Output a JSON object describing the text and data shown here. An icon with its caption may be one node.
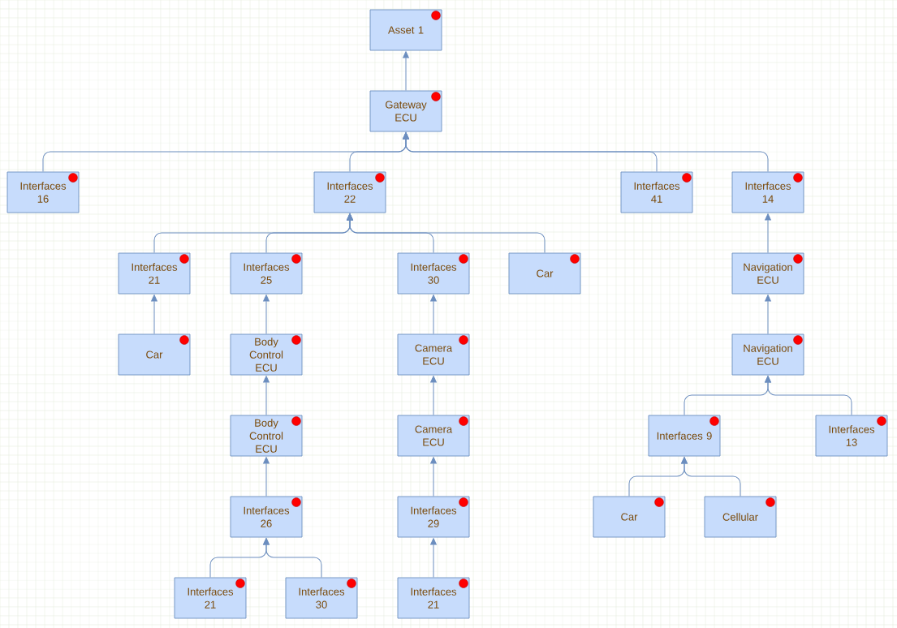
{
  "diagram": {
    "nodes": [
      {
        "text": [
          "Asset 1"
        ]
      },
      {
        "text": [
          "Gateway ECU"
        ]
      },
      {
        "text": [
          "Interfaces 16"
        ]
      },
      {
        "text": [
          "Interfaces 22"
        ]
      },
      {
        "text": [
          "Interfaces 41"
        ]
      },
      {
        "text": [
          "Interfaces 14"
        ]
      },
      {
        "text": [
          "Interfaces 21"
        ]
      },
      {
        "text": [
          "Interfaces 25"
        ]
      },
      {
        "text": [
          "Interfaces 30"
        ]
      },
      {
        "text": [
          "Car"
        ]
      },
      {
        "text": [
          "Navigation ECU"
        ]
      },
      {
        "text": [
          "Car"
        ]
      },
      {
        "text": [
          "Body Control ECU"
        ]
      },
      {
        "text": [
          "Camera ECU"
        ]
      },
      {
        "text": [
          "Navigation ECU"
        ]
      },
      {
        "text": [
          "Body Control ECU"
        ]
      },
      {
        "text": [
          "Camera ECU"
        ]
      },
      {
        "text": [
          "Interfaces 9"
        ]
      },
      {
        "text": [
          "Interfaces 13"
        ]
      },
      {
        "text": [
          "Interfaces 26"
        ]
      },
      {
        "text": [
          "Interfaces 29"
        ]
      },
      {
        "text": [
          "Car"
        ]
      },
      {
        "text": [
          "Cellular"
        ]
      },
      {
        "text": [
          "Interfaces 21"
        ]
      },
      {
        "text": [
          "Interfaces 30"
        ]
      },
      {
        "text": [
          "Interfaces 21"
        ]
      }
    ],
    "edges": [
      {
        "from": 1,
        "to": 0,
        "arrow": "to"
      },
      {
        "from": 2,
        "to": 1,
        "arrow": "to"
      },
      {
        "from": 3,
        "to": 1,
        "arrow": "to"
      },
      {
        "from": 4,
        "to": 1,
        "arrow": "to"
      },
      {
        "from": 5,
        "to": 1,
        "arrow": "to"
      },
      {
        "from": 6,
        "to": 3,
        "arrow": "to"
      },
      {
        "from": 7,
        "to": 3,
        "arrow": "to"
      },
      {
        "from": 8,
        "to": 3,
        "arrow": "to"
      },
      {
        "from": 9,
        "to": 3,
        "arrow": "to"
      },
      {
        "from": 11,
        "to": 6,
        "arrow": "to"
      },
      {
        "from": 12,
        "to": 7,
        "arrow": "to"
      },
      {
        "from": 15,
        "to": 12,
        "arrow": "to"
      },
      {
        "from": 19,
        "to": 15,
        "arrow": "to"
      },
      {
        "from": 23,
        "to": 19,
        "arrow": "to"
      },
      {
        "from": 24,
        "to": 19,
        "arrow": "to"
      },
      {
        "from": 13,
        "to": 8,
        "arrow": "to"
      },
      {
        "from": 16,
        "to": 13,
        "arrow": "to"
      },
      {
        "from": 20,
        "to": 16,
        "arrow": "to"
      },
      {
        "from": 25,
        "to": 20,
        "arrow": "to"
      },
      {
        "from": 10,
        "to": 5,
        "arrow": "to"
      },
      {
        "from": 14,
        "to": 10,
        "arrow": "to"
      },
      {
        "from": 17,
        "to": 14,
        "arrow": "to"
      },
      {
        "from": 18,
        "to": 14,
        "arrow": "to"
      },
      {
        "from": 21,
        "to": 17,
        "arrow": "to"
      },
      {
        "from": 22,
        "to": 17,
        "arrow": "to"
      }
    ]
  }
}
